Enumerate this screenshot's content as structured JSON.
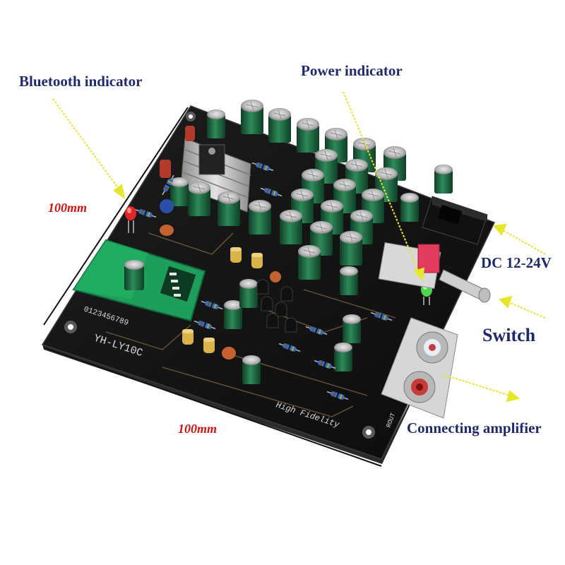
{
  "annotations": {
    "bluetooth_indicator": "Bluetooth indicator",
    "power_indicator": "Power indicator",
    "dimension_width": "100mm",
    "dimension_depth": "100mm",
    "dc_input": "DC 12-24V",
    "switch": "Switch",
    "connecting_amplifier": "Connecting amplifier"
  },
  "board_silkscreen": {
    "model": "YH-LY10C",
    "digits": "0123456789",
    "fidelity": "High Fidelity",
    "rout": "ROUT"
  },
  "colors": {
    "label_text": "#1f2a6e",
    "dimension_text": "#d31212",
    "arrow": "#e6e62a",
    "board": "#151515",
    "capacitor": "#1f6b45",
    "bluetooth_module": "#1d9e5a"
  }
}
